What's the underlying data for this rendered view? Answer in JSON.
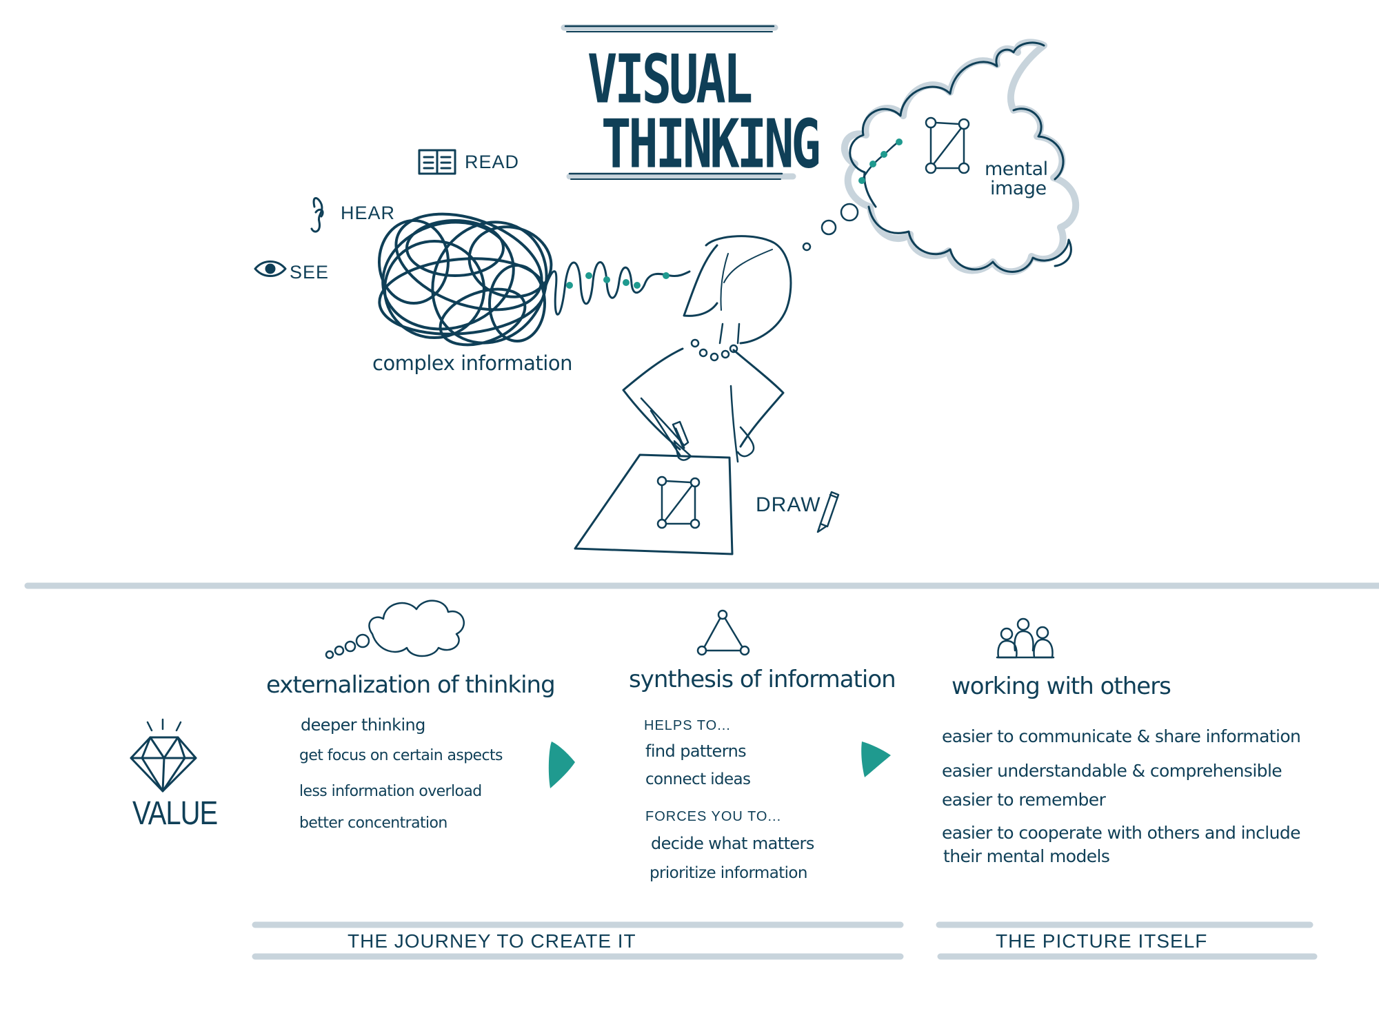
{
  "title": {
    "line1": "VISUAL",
    "line2": "THINKING"
  },
  "inputs": {
    "read": "READ",
    "hear": "HEAR",
    "see": "SEE"
  },
  "labels": {
    "complex": "complex information",
    "mental": "mental",
    "image": "image",
    "draw": "DRAW"
  },
  "value_label": "VALUE",
  "columns": [
    {
      "heading": "externalization of thinking",
      "items": [
        "deeper thinking",
        "get focus on certain aspects",
        "less information overload",
        "better concentration"
      ]
    },
    {
      "heading": "synthesis of information",
      "helps_label": "HELPS TO...",
      "helps_items": [
        "find patterns",
        "connect ideas"
      ],
      "forces_label": "FORCES YOU TO...",
      "forces_items": [
        "decide what matters",
        "prioritize information"
      ]
    },
    {
      "heading": "working with others",
      "items": [
        "easier to communicate & share information",
        "easier understandable & comprehensible",
        "easier to remember",
        "easier to cooperate with others and include",
        "their mental models"
      ]
    }
  ],
  "bands": {
    "journey": "THE JOURNEY TO CREATE IT",
    "picture": "THE PICTURE ITSELF"
  },
  "colors": {
    "ink": "#0f3f57",
    "accent": "#1f9a8f",
    "shadow": "#c8d4dc"
  },
  "icons": [
    "book-icon",
    "ear-icon",
    "eye-icon",
    "pencil-icon",
    "diamond-icon",
    "thought-cloud-icon",
    "triangle-network-icon",
    "people-icon",
    "arrow-right-icon"
  ]
}
